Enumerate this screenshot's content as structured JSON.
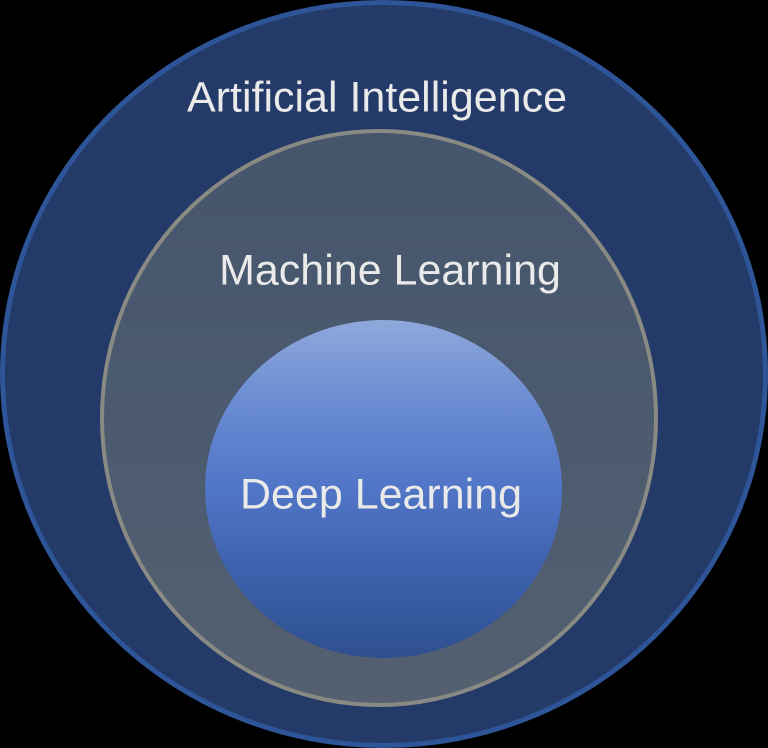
{
  "diagram": {
    "type": "nested-circles",
    "description": "Concentric set diagram showing Deep Learning as a subset of Machine Learning, which is a subset of Artificial Intelligence",
    "labels": {
      "outer": "Artificial Intelligence",
      "middle": "Machine Learning",
      "inner": "Deep Learning"
    },
    "colors": {
      "background": "#000000",
      "outer_fill": "#243A69",
      "outer_border": "#2E5597",
      "middle_fill": "#4C5B6F",
      "middle_border": "#8A8A84",
      "inner_gradient_top": "#8EA9DB",
      "inner_gradient_mid": "#5377C8",
      "inner_gradient_bottom": "#2E5090",
      "text": "#EAEAEA"
    }
  }
}
